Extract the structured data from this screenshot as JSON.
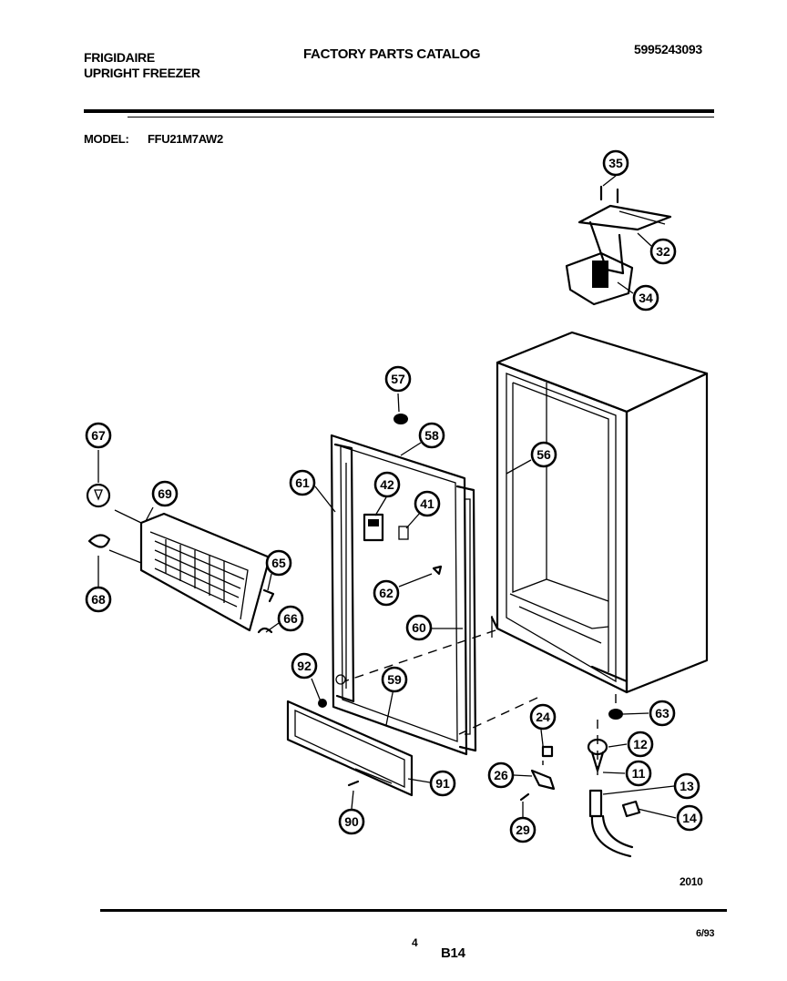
{
  "header": {
    "brand": "FRIGIDAIRE",
    "product": "UPRIGHT FREEZER",
    "catalog_title": "FACTORY PARTS CATALOG",
    "catalog_number": "5995243093",
    "model_label": "MODEL:",
    "model_number": "FFU21M7AW2"
  },
  "diagram": {
    "figure_code": "2010",
    "callouts": {
      "c35": "35",
      "c32": "32",
      "c34": "34",
      "c57": "57",
      "c58": "58",
      "c56": "56",
      "c61": "61",
      "c42": "42",
      "c41": "41",
      "c62": "62",
      "c60": "60",
      "c59": "59",
      "c92": "92",
      "c91": "91",
      "c90": "90",
      "c67": "67",
      "c69": "69",
      "c68": "68",
      "c65": "65",
      "c66": "66",
      "c24": "24",
      "c26": "26",
      "c29": "29",
      "c63": "63",
      "c12": "12",
      "c11": "11",
      "c13": "13",
      "c14": "14"
    }
  },
  "footer": {
    "page_number": "4",
    "section": "B14",
    "date": "6/93"
  }
}
